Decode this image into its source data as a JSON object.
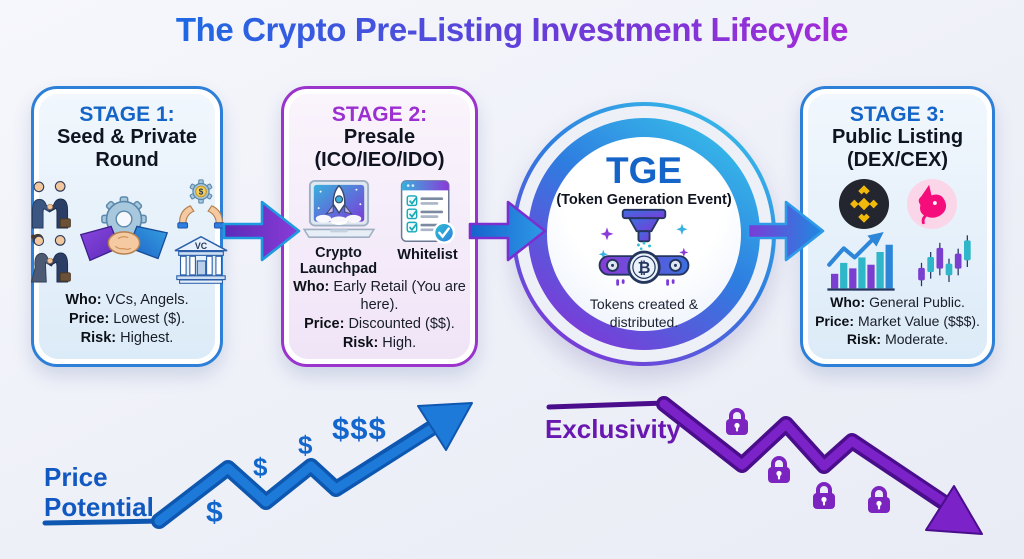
{
  "title": "The Crypto Pre-Listing Investment Lifecycle",
  "stage1": {
    "heading": "STAGE 1:",
    "name": "Seed & Private Round",
    "who_label": "Who:",
    "who": "VCs, Angels.",
    "price_label": "Price:",
    "price": "Lowest ($).",
    "risk_label": "Risk:",
    "risk": "Highest.",
    "bank_label": "VC"
  },
  "stage2": {
    "heading": "STAGE 2:",
    "name": "Presale (ICO/IEO/IDO)",
    "caption_launchpad": "Crypto Launchpad",
    "caption_whitelist": "Whitelist",
    "who_label": "Who:",
    "who": "Early Retail (You are here).",
    "price_label": "Price:",
    "price": "Discounted ($$).",
    "risk_label": "Risk:",
    "risk": "High."
  },
  "tge": {
    "title": "TGE",
    "subtitle": "(Token Generation Event)",
    "description": "Tokens created & distributed.",
    "coin_symbol": "₿"
  },
  "stage3": {
    "heading": "STAGE 3:",
    "name": "Public Listing (DEX/CEX)",
    "who_label": "Who:",
    "who": "General Public.",
    "price_label": "Price:",
    "price": "Market Value ($$$).",
    "risk_label": "Risk:",
    "risk": "Moderate."
  },
  "bottom": {
    "price_label": "Price Potential",
    "dollars": [
      "$",
      "$",
      "$",
      "$$$"
    ],
    "exclusivity_label": "Exclusivity"
  },
  "icons": {
    "stage1": [
      "businessmen-handshake-icon",
      "businesswoman-handshake-icon",
      "partnership-handshake-gear-icon",
      "funding-hands-coin-icon",
      "vc-bank-icon"
    ],
    "stage2": [
      "launchpad-laptop-rocket-icon",
      "whitelist-checklist-icon"
    ],
    "tge": "token-minting-machine-icon",
    "stage3": [
      "binance-logo-icon",
      "uniswap-logo-icon",
      "rising-bar-chart-icon",
      "candlestick-chart-icon"
    ],
    "bottom": [
      "price-up-arrow-icon",
      "exclusivity-down-arrow-icon",
      "lock-icon"
    ]
  },
  "colors": {
    "title_gradient_start": "#1b6be4",
    "title_gradient_end": "#a62bd8",
    "stage_heading_blue": "#1565c8",
    "stage_heading_purple": "#9b2fd0",
    "card_border_blue": "#2e7fd8",
    "card_border_purple": "#9a34cc",
    "trend_blue": "#1d7ad8",
    "trend_purple": "#7b22c8",
    "binance_yellow": "#f0b90b",
    "uniswap_pink": "#f50e7b"
  }
}
